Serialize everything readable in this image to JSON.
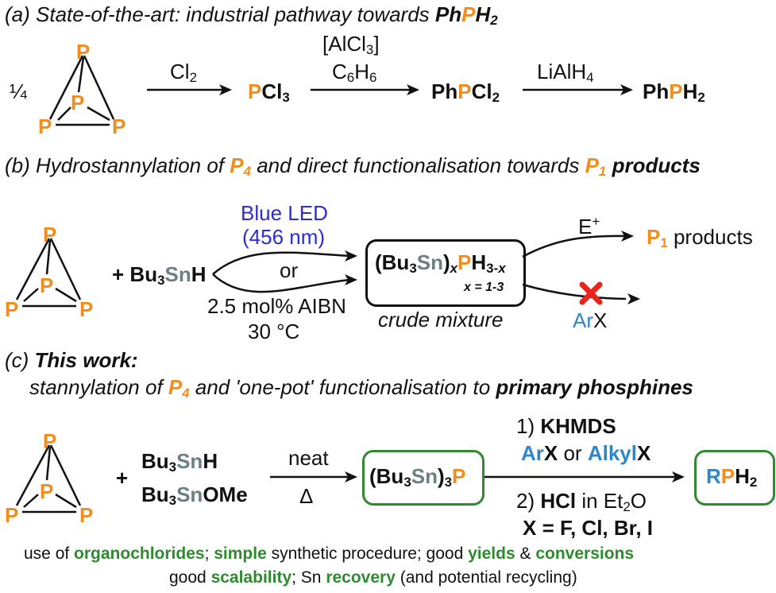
{
  "header_a": {
    "pre": "(a) State-of-the-art: industrial pathway towards ",
    "ph": "Ph",
    "p": "P",
    "h2": "H",
    "sub2": "2"
  },
  "row_a": {
    "quarter": "¼",
    "cl2": "Cl",
    "cl2_sub": "2",
    "pcl3_p": "P",
    "pcl3_cl": "Cl",
    "pcl3_sub": "3",
    "alcl3": "[AlCl",
    "alcl3_sub": "3",
    "alcl3_close": "]",
    "c6h6_c": "C",
    "c6h6_sub1": "6",
    "c6h6_h": "H",
    "c6h6_sub2": "6",
    "phpcl2_ph": "Ph",
    "phpcl2_p": "P",
    "phpcl2_cl": "Cl",
    "phpcl2_sub": "2",
    "lialh4": "LiAlH",
    "lialh4_sub": "4",
    "phph2_ph": "Ph",
    "phph2_p": "P",
    "phph2_h": "H",
    "phph2_sub": "2"
  },
  "header_b": {
    "pre": "(b) Hydrostannylation of ",
    "p4": "P",
    "p4_sub": "4",
    "mid": " and direct functionalisation towards ",
    "p1": "P",
    "p1_sub": "1",
    "products": "products"
  },
  "row_b": {
    "plus": "+ ",
    "bu3": "Bu",
    "bu3_sub": "3",
    "sn": "Sn",
    "h": "H",
    "blue_led": "Blue LED",
    "nm": "(456 nm)",
    "or": "or",
    "aibn": "2.5 mol% AIBN",
    "temp": "30 °C",
    "box_open": "(Bu",
    "box_sub3": "3",
    "box_sn": "Sn",
    "box_close": ")",
    "box_x": "x",
    "box_p": "P",
    "box_h": "H",
    "box_sub": "3-",
    "box_x2": "x",
    "x_eq": "x = 1-3",
    "crude": "crude mixture",
    "e_plus": "E",
    "e_sup": "+",
    "p1": "P",
    "p1_sub": "1",
    "p1_products": " products",
    "ar": "Ar",
    "arx_x": "X"
  },
  "header_c": {
    "pre": "(c) ",
    "bold": "This work:",
    "line2_pre": "stannylation of ",
    "p4": "P",
    "p4_sub": "4",
    "line2_mid": " and 'one-pot' functionalisation to ",
    "primary": "primary phosphines"
  },
  "row_c": {
    "plus": "+",
    "r1_bu": "Bu",
    "r1_sub": "3",
    "r1_sn": "Sn",
    "r1_h": "H",
    "r2_bu": "Bu",
    "r2_sub": "3",
    "r2_sn": "Sn",
    "r2_ome": "OMe",
    "neat": "neat",
    "delta": "Δ",
    "box_open": "(Bu",
    "box_sub": "3",
    "box_sn": "Sn",
    "box_close": ")",
    "box_sub2": "3",
    "box_p": "P",
    "step1_num": "1) ",
    "step1": "KHMDS",
    "arx_ar": "Ar",
    "arx_x": "X",
    "or": " or ",
    "alkyl": "Alkyl",
    "alkyl_x": "X",
    "step2_num": "2) ",
    "hcl": "HCl",
    "in_et": " in Et",
    "et_sub": "2",
    "et_o": "O",
    "x_list": "X = F, Cl, Br, I",
    "prod_r": "R",
    "prod_p": "P",
    "prod_h": "H",
    "prod_sub": "2"
  },
  "footer": {
    "l1_a": "use of ",
    "l1_b": "organochlorides",
    "l1_c": "; ",
    "l1_d": "simple",
    "l1_e": " synthetic procedure; good ",
    "l1_f": "yields",
    "l1_g": " & ",
    "l1_h": "conversions",
    "l2_a": "good ",
    "l2_b": "scalability",
    "l2_c": "; Sn ",
    "l2_d": "recovery",
    "l2_e": " (and potential recycling)"
  },
  "p_atom": "P",
  "colors": {
    "phosphorus": "#f28c1c",
    "highlight_green": "#2f8a2f",
    "tin": "#6c7f85",
    "aryl": "#2f86c8",
    "led": "#2b2bd9",
    "cross": "#e8241c"
  }
}
